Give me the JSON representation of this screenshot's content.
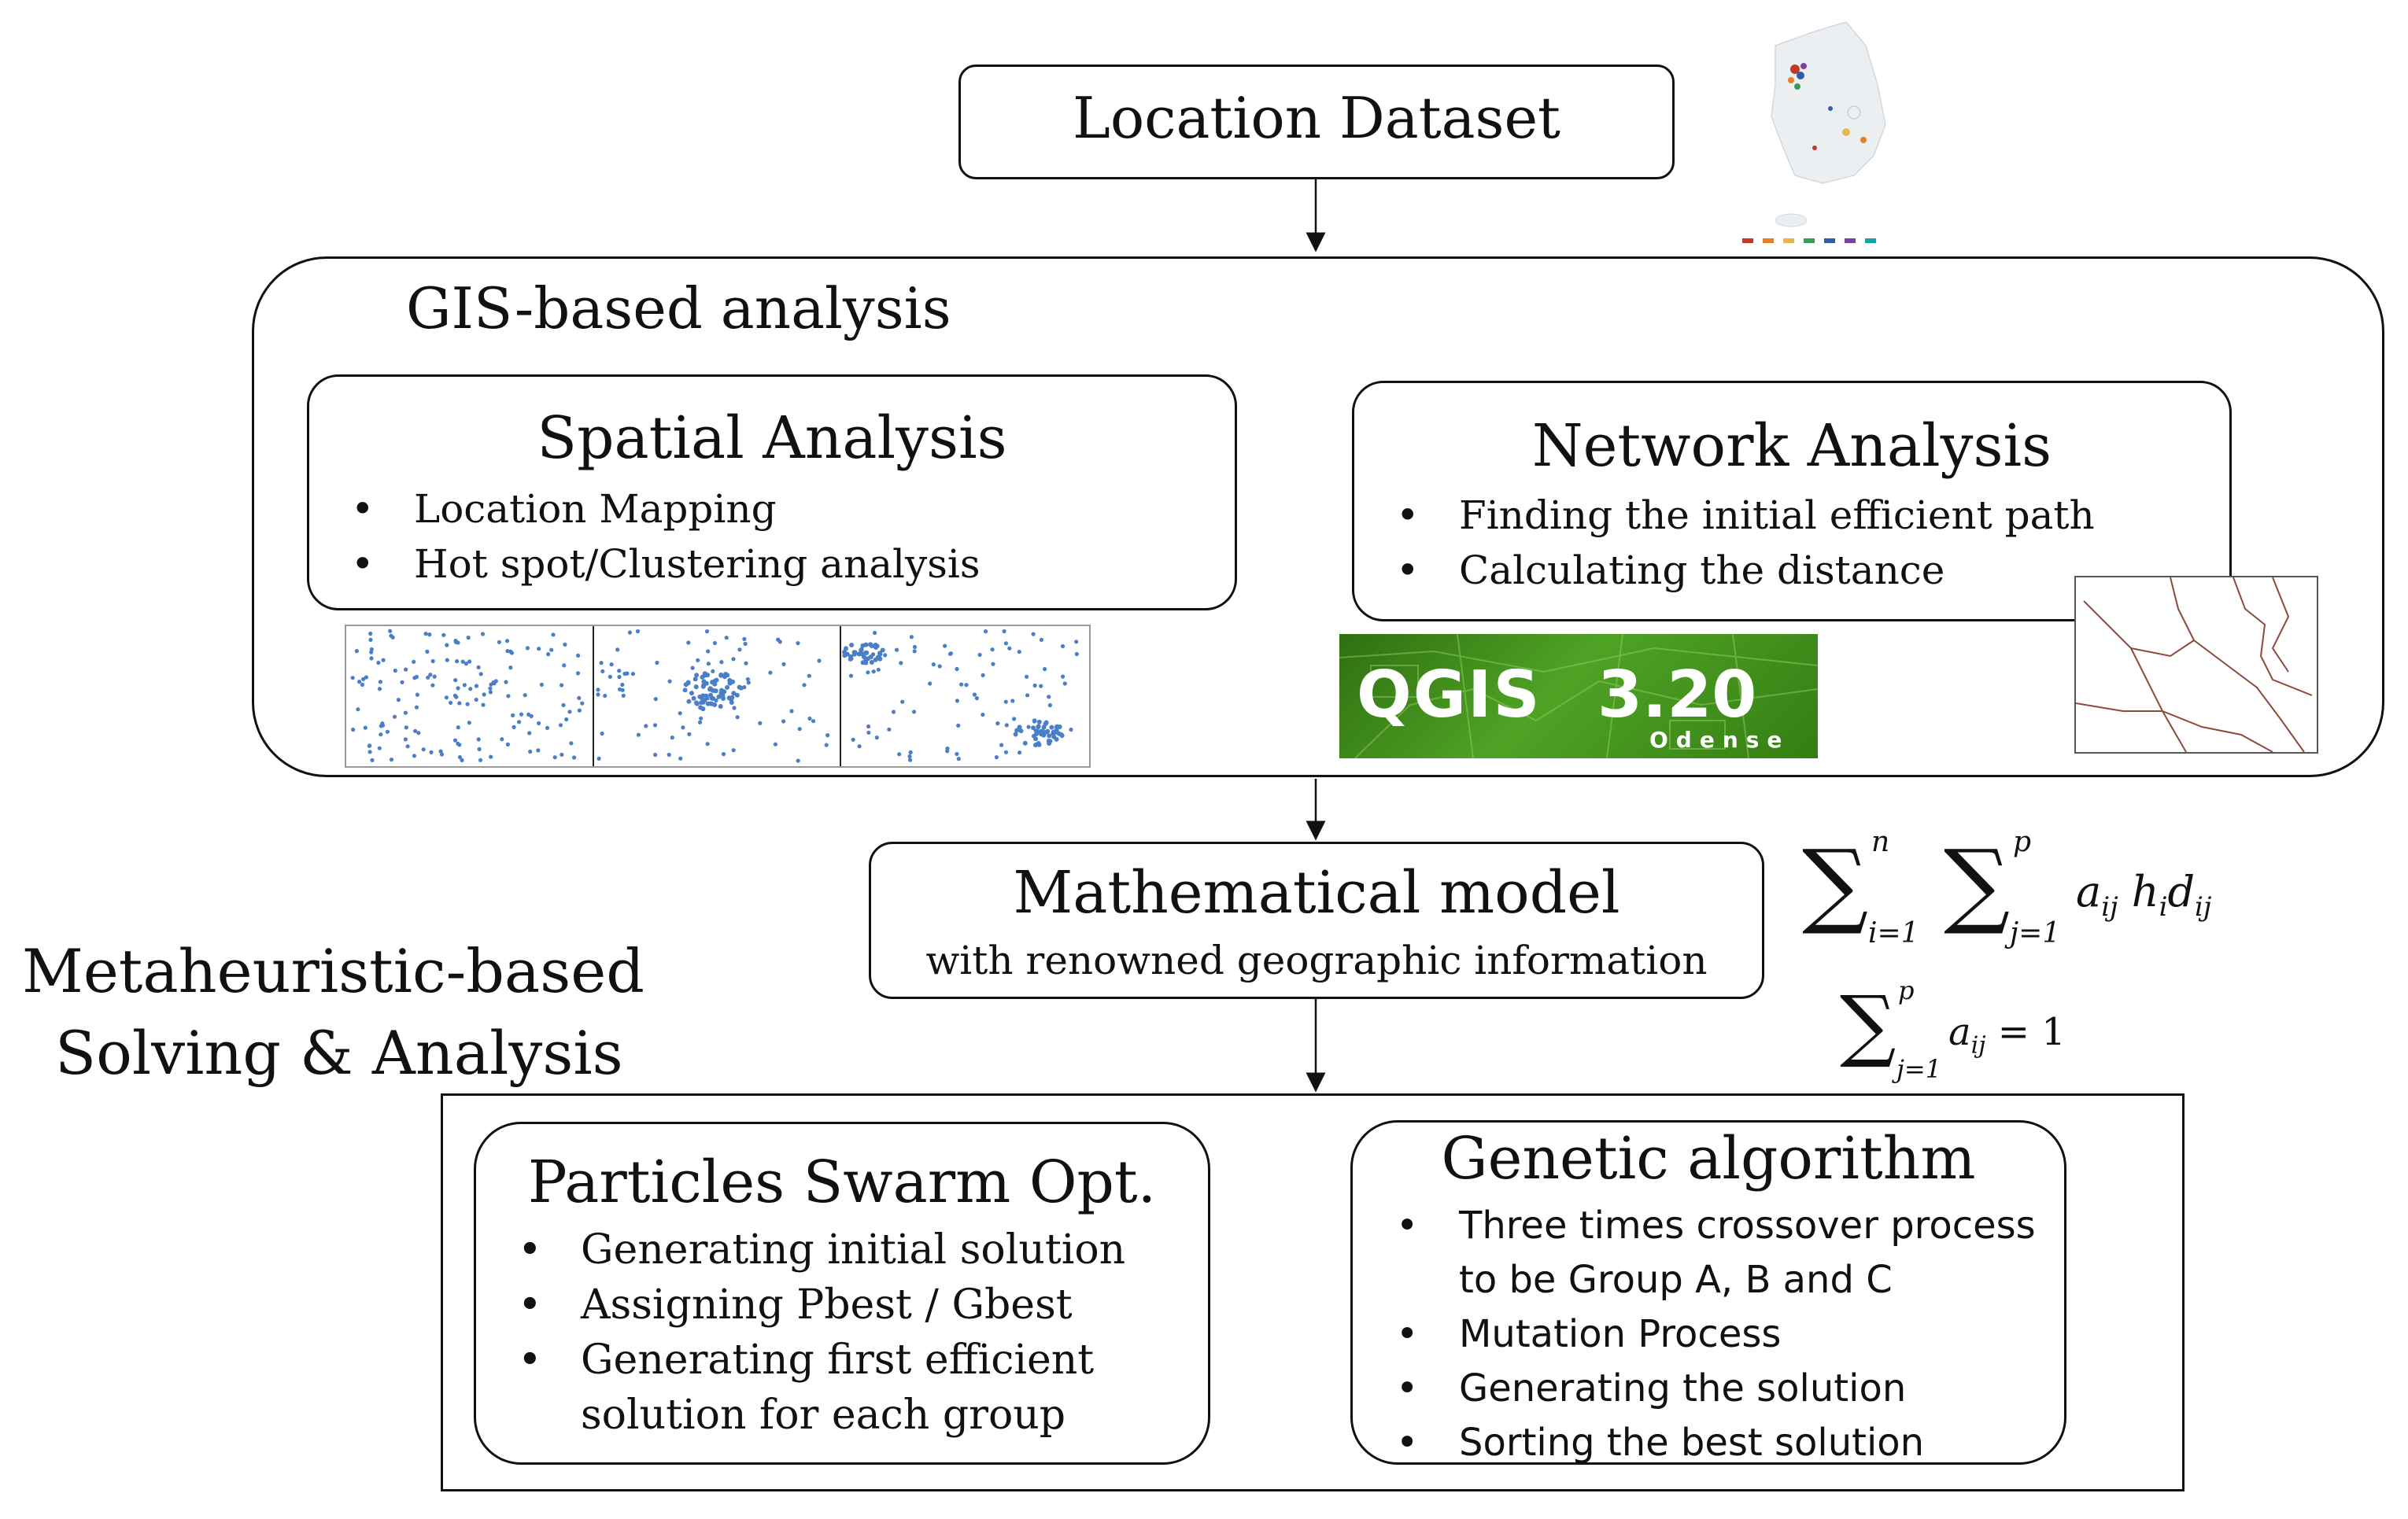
{
  "location_dataset": {
    "title": "Location Dataset"
  },
  "gis": {
    "title": "GIS-based analysis",
    "spatial": {
      "title": "Spatial Analysis",
      "items": [
        "Location Mapping",
        "Hot spot/Clustering analysis"
      ]
    },
    "network": {
      "title": "Network Analysis",
      "items": [
        "Finding the initial efficient path",
        "Calculating the distance"
      ]
    },
    "qgis": {
      "logo_text": "QGIS",
      "version": "3.20",
      "release": "Odense"
    }
  },
  "math_model": {
    "title": "Mathematical model",
    "subtitle": "with renowned geographic information",
    "formula1": "∑_{i=1}^{n} ∑_{j=1}^{p} a_ij h_i d_ij",
    "formula2": "∑_{j=1}^{p} a_ij = 1"
  },
  "meta": {
    "title_line1": "Metaheuristic-based",
    "title_line2": "Solving & Analysis",
    "pso": {
      "title": "Particles Swarm Opt.",
      "items": [
        "Generating initial solution",
        "Assigning Pbest / Gbest",
        "Generating first efficient",
        "solution for each group"
      ]
    },
    "ga": {
      "title": "Genetic algorithm",
      "items": [
        "Three times crossover process",
        "to be Group A, B and C",
        "Mutation Process",
        "Generating the solution",
        "Sorting the best solution"
      ]
    }
  },
  "colors": {
    "dot_blue": "#4a7fc8",
    "qgis_green": "#3f8f1c",
    "road_brown": "#8b4a3a",
    "line": "#111111"
  }
}
